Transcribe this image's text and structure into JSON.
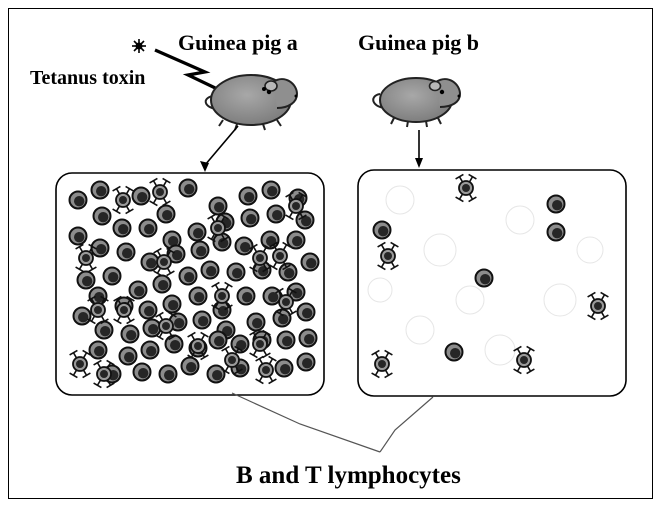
{
  "labels": {
    "guinea_pig_a": "Guinea pig a",
    "guinea_pig_b": "Guinea pig b",
    "toxin": "Tetanus toxin",
    "cells": "B and T lymphocytes"
  }
}
